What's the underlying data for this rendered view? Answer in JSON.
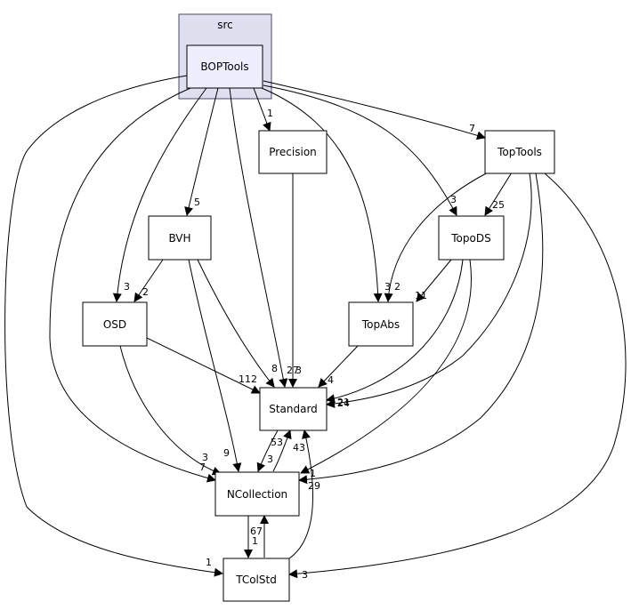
{
  "cluster": {
    "label": "src",
    "fill": "#dfdff0",
    "stroke": "#494966"
  },
  "colors": {
    "node_fill": "#ffffff",
    "focus_fill": "#eeeeff",
    "stroke": "#000000",
    "edge": "#000000"
  },
  "nodes": {
    "boptools": "BOPTools",
    "precision": "Precision",
    "toptools": "TopTools",
    "bvh": "BVH",
    "topods": "TopoDS",
    "osd": "OSD",
    "topabs": "TopAbs",
    "standard": "Standard",
    "ncollection": "NCollection",
    "tcolstd": "TColStd"
  },
  "edge_labels": {
    "bop_precision": "1",
    "bop_toptools": "7",
    "bop_bvh": "5",
    "bop_topods": "3",
    "bop_osd": "3",
    "bop_topabs": "3",
    "bop_standard": "27",
    "bop_ncollection": "7",
    "bop_tcolstd": "1",
    "toptools_topods": "25",
    "toptools_topabs": "2",
    "toptools_standard": "24",
    "toptools_ncollection": "1",
    "toptools_tcolstd": "3",
    "bvh_osd": "2",
    "bvh_standard": "8",
    "bvh_ncollection": "9",
    "precision_standard": "3",
    "topods_topabs": "11",
    "topods_standard": "21",
    "topods_ncollection": "29",
    "osd_standard": "112",
    "osd_ncollection": "3",
    "topabs_standard": "4",
    "ncollection_standard": "53",
    "standard_ncollection": "3",
    "tcolstd_standard": "43",
    "ncollection_tcolstd": "67",
    "tcolstd_ncollection": "1"
  }
}
